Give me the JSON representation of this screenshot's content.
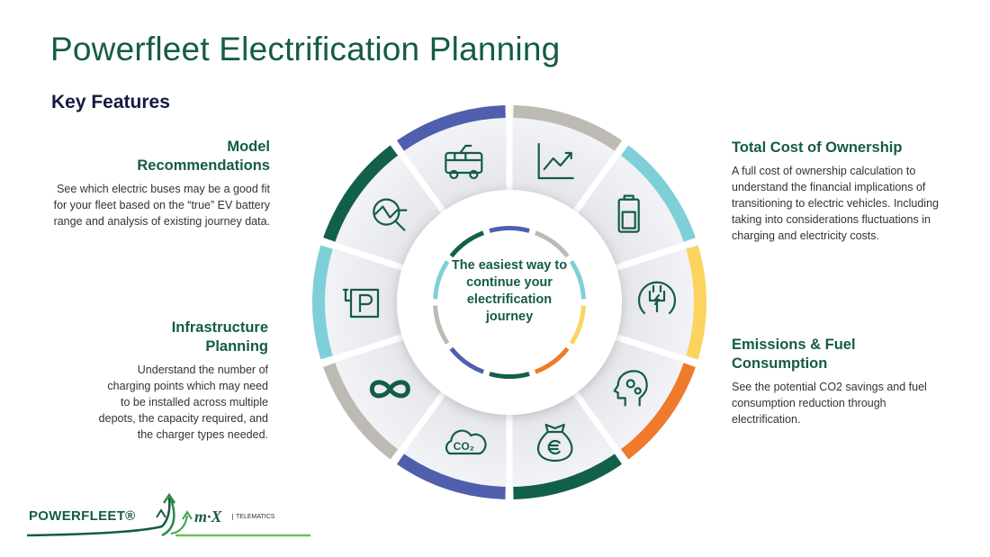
{
  "title": "Powerfleet Electrification Planning",
  "subtitle": "Key Features",
  "features": {
    "model": {
      "title": "Model Recommendations",
      "text": "See which electric buses may be a good fit for your fleet based on the “true” EV battery range and analysis of existing journey data."
    },
    "infra": {
      "title": "Infrastructure Planning",
      "text": "Understand the number of charging points which may need to be installed across multiple depots, the capacity required, and the charger types needed."
    },
    "tco": {
      "title": "Total Cost of Ownership",
      "text": "A full cost of ownership calculation to understand the financial implications of transitioning to electric vehicles. Including taking into considerations fluctuations in charging and electricity costs."
    },
    "emissions": {
      "title": "Emissions & Fuel Consumption",
      "text": "See the potential CO2 savings and fuel consumption reduction through electrification."
    }
  },
  "center_text": "The easiest way to continue your electrification journey",
  "wheel": {
    "outer_colors": [
      "#bcbab3",
      "#7fcfd9",
      "#fbd35f",
      "#f07a2b",
      "#12604a",
      "#4f5fae",
      "#bcbab3",
      "#7fcfd9",
      "#12604a",
      "#4f5fae"
    ],
    "inner_colors": [
      "#4f5fae",
      "#bcbab3",
      "#7fcfd9",
      "#fbd35f",
      "#f07a2b",
      "#12604a",
      "#4f5fae",
      "#bcbab3",
      "#7fcfd9",
      "#12604a"
    ],
    "icons": [
      "line-chart-icon",
      "battery-icon",
      "charging-plug-icon",
      "head-gears-icon",
      "money-bag-euro-icon",
      "co2-cloud-icon",
      "infinity-icon",
      "charging-parking-icon",
      "search-analysis-icon",
      "electric-bus-icon"
    ],
    "icon_color": "#145c45"
  },
  "logo": {
    "powerfleet": "POWERFLEET®",
    "mix": "m·X",
    "telematics": "TELEMATICS"
  }
}
